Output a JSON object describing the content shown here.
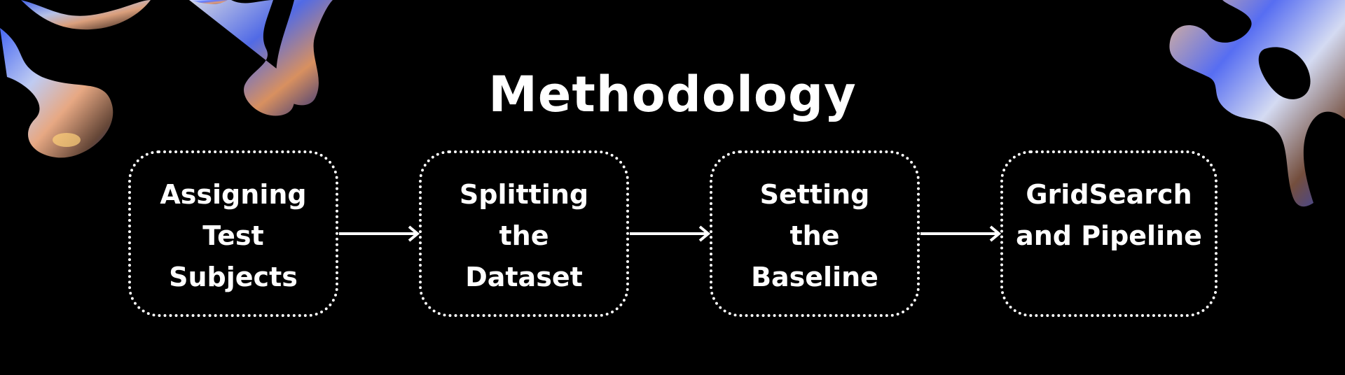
{
  "title": "Methodology",
  "colors": {
    "background": "#000000",
    "foreground": "#ffffff"
  },
  "steps": [
    {
      "label": "Assigning\nTest\nSubjects"
    },
    {
      "label": "Splitting\nthe\nDataset"
    },
    {
      "label": "Setting\nthe\nBaseline"
    },
    {
      "label": "GridSearch\nand Pipeline"
    }
  ],
  "connectors": [
    "arrow-right-icon",
    "arrow-right-icon",
    "arrow-right-icon"
  ],
  "decorations": [
    "liquid-chrome-blob-top-left",
    "liquid-chrome-blob-top-center-left",
    "liquid-chrome-blob-top-right"
  ]
}
